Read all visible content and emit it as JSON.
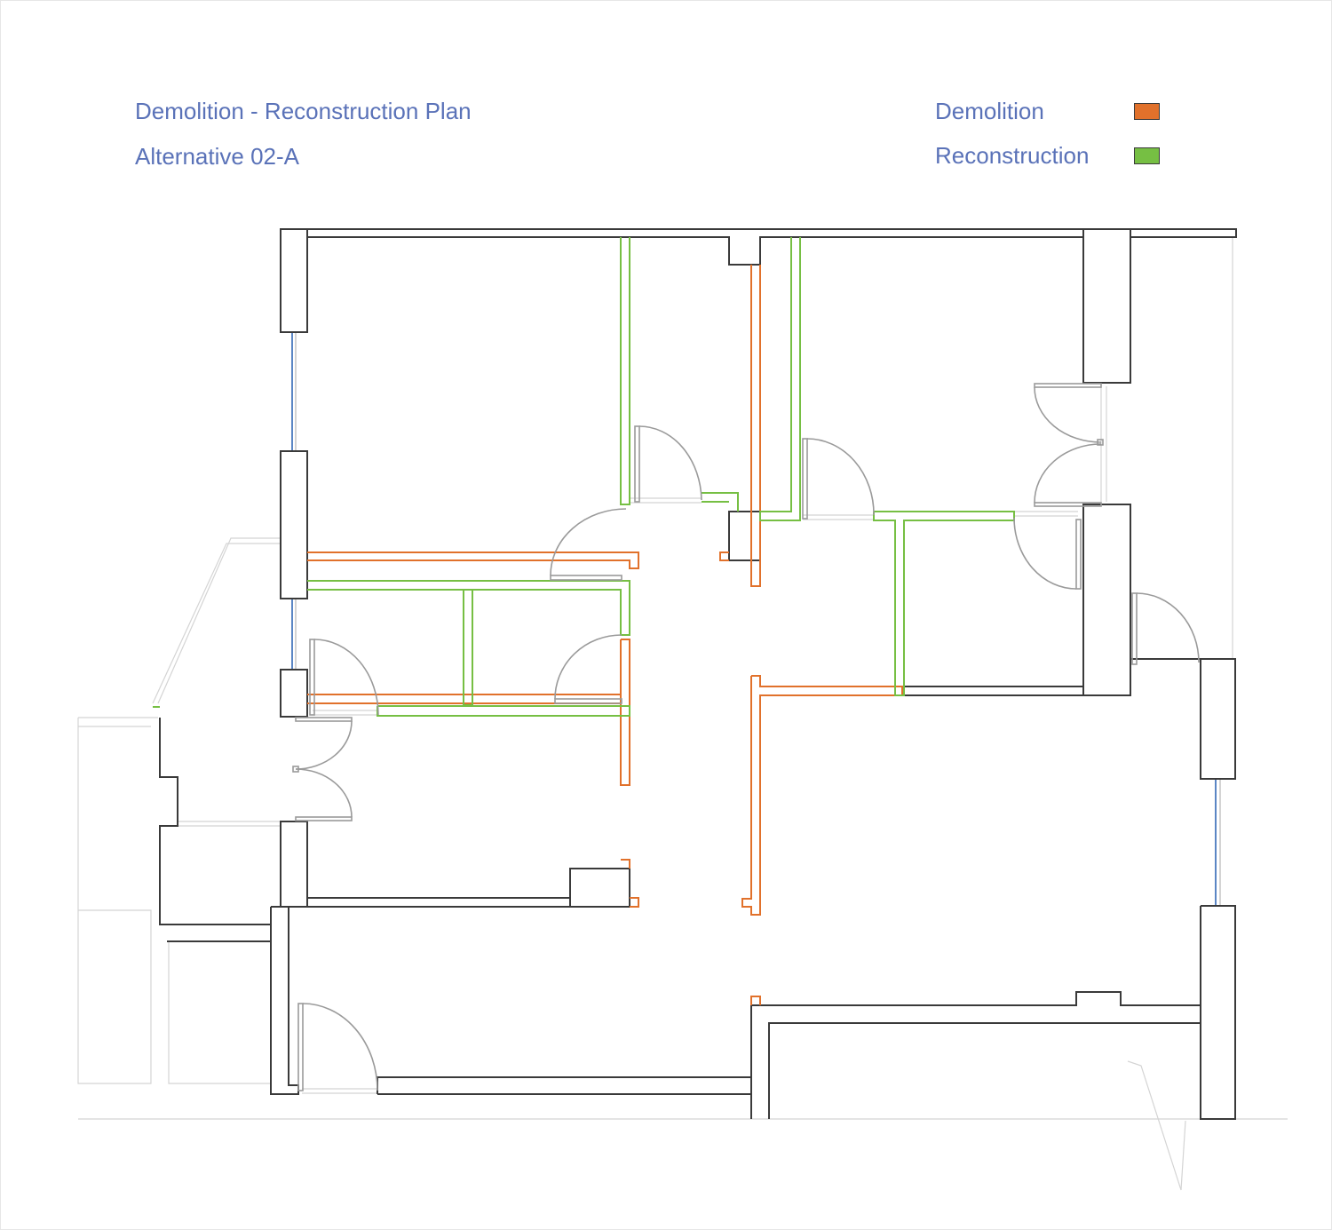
{
  "title": "Demolition - Reconstruction Plan",
  "subtitle": "Alternative 02-A",
  "legend": [
    {
      "label": "Demolition",
      "color": "#e1712b"
    },
    {
      "label": "Reconstruction",
      "color": "#76bf43"
    }
  ],
  "colors": {
    "text": "#5a72b8",
    "existing_wall": "#3a3a3a",
    "context": "#d4d4d4",
    "door": "#9a9a9a",
    "window": "#5b86c4"
  }
}
